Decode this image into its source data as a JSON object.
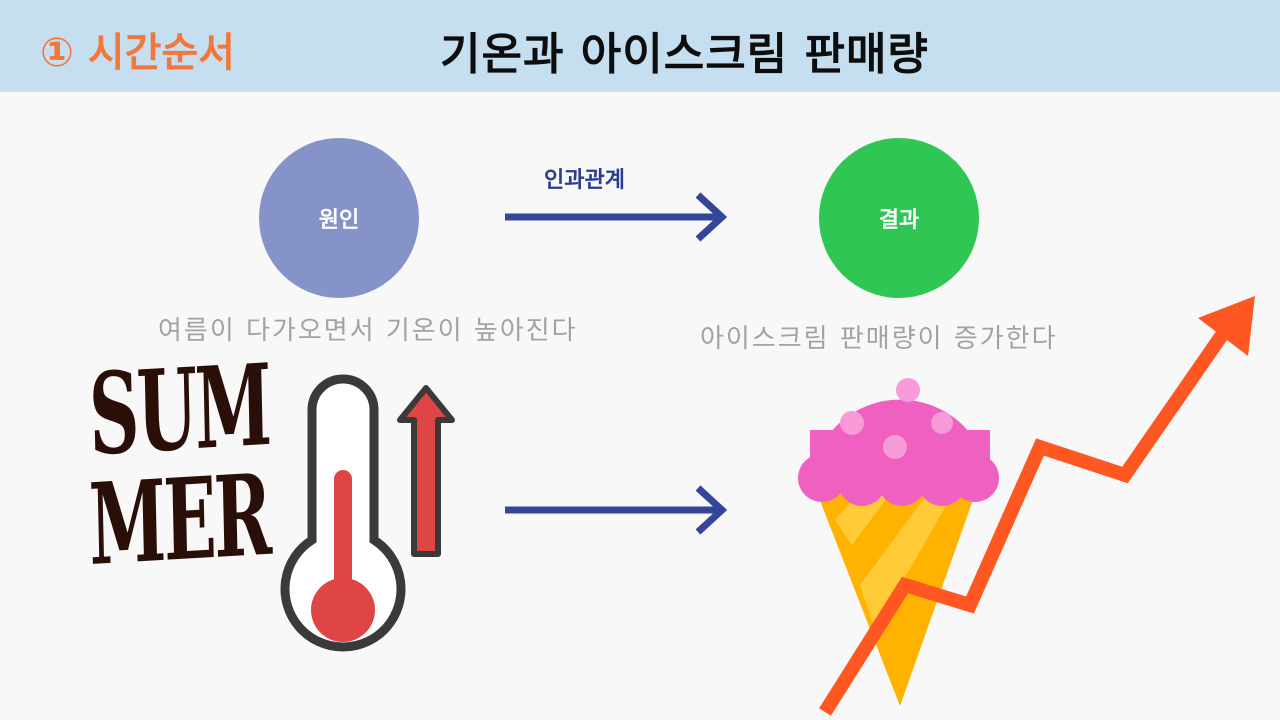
{
  "header": {
    "section_label": "① 시간순서",
    "title": "기온과 아이스크림 판매량"
  },
  "diagram": {
    "cause_label": "원인",
    "effect_label": "결과",
    "relation_label": "인과관계",
    "cause_caption": "여름이 다가오면서 기온이 높아진다",
    "effect_caption": "아이스크림 판매량이 증가한다"
  },
  "illustration": {
    "summer_line1": "SUM",
    "summer_line2": "MER"
  },
  "colors": {
    "header_bg": "#c5dff0",
    "section_label": "#f2773a",
    "cause_circle": "#8693c8",
    "effect_circle": "#2fc653",
    "arrow": "#34469a",
    "trend_arrow": "#ff5722"
  },
  "icons": [
    "thermometer-icon",
    "up-arrow-icon",
    "ice-cream-icon",
    "trend-arrow-icon"
  ]
}
